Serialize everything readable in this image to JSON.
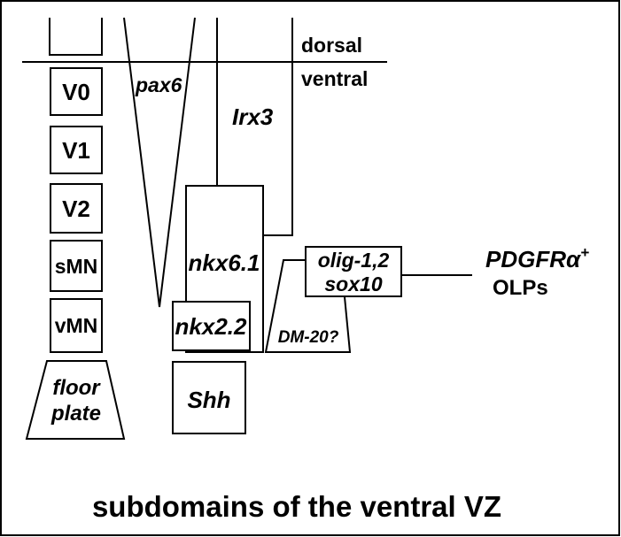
{
  "caption": "subdomains of the ventral VZ",
  "axis": {
    "dorsal": "dorsal",
    "ventral": "ventral"
  },
  "progenitor_domains": {
    "v0": "V0",
    "v1": "V1",
    "v2": "V2",
    "smn": "sMN",
    "vmn": "vMN",
    "floor_plate": [
      "floor",
      "plate"
    ]
  },
  "genes": {
    "pax6": "pax6",
    "irx3": "Irx3",
    "nkx61": "nkx6.1",
    "nkx22": "nkx2.2",
    "shh": "Shh",
    "olig": "olig-1,2",
    "sox10": "sox10",
    "dm20": "DM-20?"
  },
  "output": {
    "pdgfr": "PDGFRα",
    "pdgfr_sup": "+",
    "olps": "OLPs"
  },
  "colors": {
    "ink": "#000000",
    "paper": "#ffffff"
  }
}
